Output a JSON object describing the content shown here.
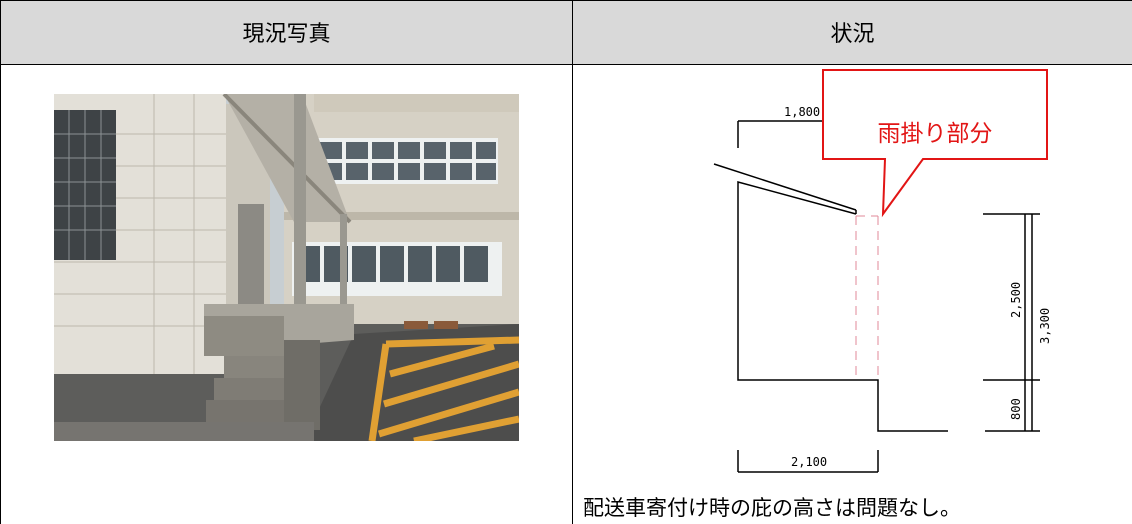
{
  "table": {
    "header": {
      "photo_col": "現況写真",
      "status_col": "状況"
    }
  },
  "diagram": {
    "callout": "雨掛り部分",
    "dimensions": {
      "canopy_width": "1,800",
      "base_width": "2,100",
      "canopy_height": "2,500",
      "total_height": "3,300",
      "platform_height": "800"
    },
    "colors": {
      "callout": "#e21515",
      "rain_zone": "#e08a9a",
      "header_bg": "#d9d9d9"
    }
  },
  "note": "配送車寄付け時の庇の高さは問題なし。"
}
